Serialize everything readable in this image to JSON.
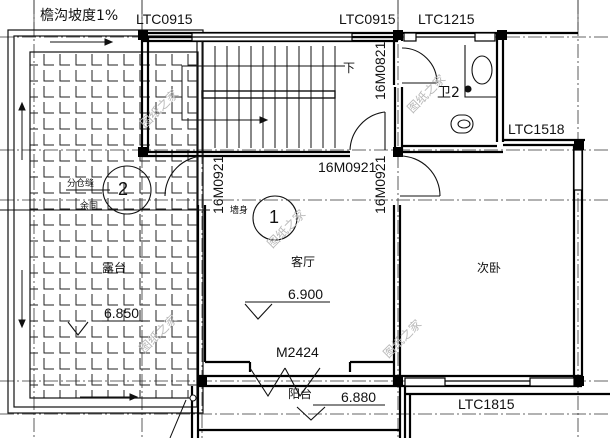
{
  "plan": {
    "gutter_note": "檐沟坡度1%",
    "windows": {
      "w_top_left": "LTC0915",
      "w_top_mid": "LTC0915",
      "w_top_right": "LTC1215",
      "w_right": "LTC1518",
      "w_bottom": "LTC1815"
    },
    "doors": {
      "d_bath": "16M0821",
      "d_stair": "16M0921",
      "d_living_left": "16M0921",
      "d_bedroom": "16M0921",
      "d_balcony": "M2424"
    },
    "rooms": {
      "terrace": "露台",
      "living": "客厅",
      "bedroom": "次卧",
      "balcony": "阳台",
      "bath": "卫2"
    },
    "stair_down": "下",
    "elevations": {
      "terrace": "6.850",
      "living": "6.900",
      "balcony": "6.880"
    },
    "details": {
      "detail1_num": "1",
      "detail1_note": "墙身",
      "detail2_num": "2",
      "detail2_note_a": "分仓缝",
      "detail2_note_b": "余同"
    },
    "watermark": "图纸之家"
  }
}
